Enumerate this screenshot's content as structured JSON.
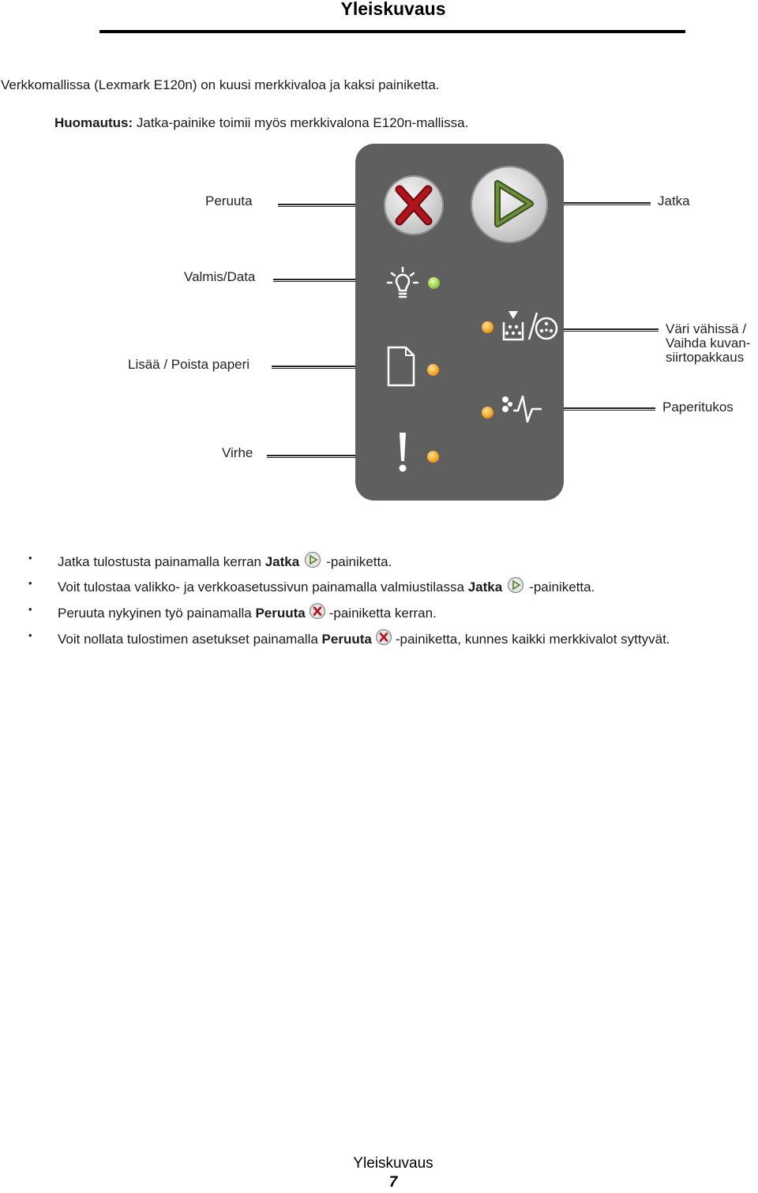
{
  "header": {
    "title": "Yleiskuvaus"
  },
  "intro": "Verkkomallissa (Lexmark E120n) on kuusi merkkivaloa ja kaksi painiketta.",
  "note": {
    "label": "Huomautus:",
    "text": " Jatka-painike toimii myös merkkivalona E120n-mallissa."
  },
  "panel": {
    "labels": {
      "cancel": "Peruuta",
      "continue": "Jatka",
      "ready": "Valmis/Data",
      "paper": "Lisää / Poista paperi",
      "toner": "Väri vähissä / Vaihda kuvan-siirtopakkaus",
      "jam": "Paperitukos",
      "error": "Virhe"
    },
    "colors": {
      "panel": "#5f5f5f",
      "led_ready": "#9ad24a",
      "led_warning": "#f5a623",
      "cancel_x": "#b0141c",
      "continue_arrow": "#4f6b2a"
    }
  },
  "bullets": [
    {
      "pre": "Jatka tulostusta painamalla kerran ",
      "bold": "Jatka",
      "icon": "continue-icon",
      "post": "-painiketta."
    },
    {
      "pre": "Voit tulostaa valikko- ja verkkoasetussivun painamalla valmiustilassa ",
      "bold": "Jatka",
      "icon": "continue-icon",
      "post": "-painiketta."
    },
    {
      "pre": "Peruuta nykyinen työ painamalla ",
      "bold": "Peruuta",
      "icon": "cancel-icon",
      "post": "-painiketta kerran."
    },
    {
      "pre": "Voit nollata tulostimen asetukset painamalla ",
      "bold": "Peruuta",
      "icon": "cancel-icon",
      "post": "-painiketta, kunnes kaikki merkkivalot syttyvät."
    }
  ],
  "footer": {
    "section": "Yleiskuvaus",
    "page": "7"
  }
}
